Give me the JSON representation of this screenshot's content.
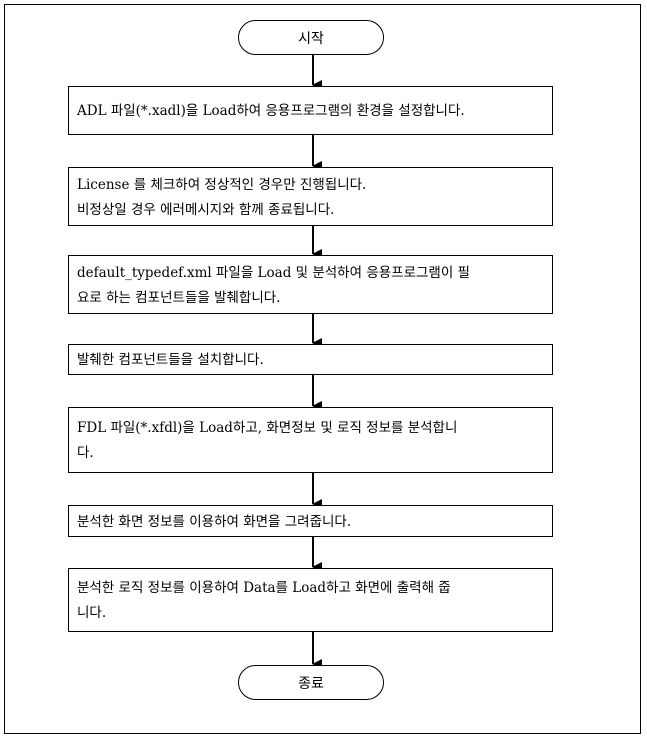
{
  "start": {
    "label": "시작"
  },
  "end": {
    "label": "종료"
  },
  "steps": [
    {
      "lines": [
        "ADL 파일(*.xadl)을 Load하여 응용프로그램의 환경을 설정합니다."
      ]
    },
    {
      "lines": [
        "License 를 체크하여 정상적인 경우만 진행됩니다.",
        "비정상일 경우 에러메시지와 함께 종료됩니다."
      ]
    },
    {
      "lines": [
        "default_typedef.xml 파일을 Load 및 분석하여 응용프로그램이 필",
        "요로 하는 컴포넌트들을 발췌합니다."
      ]
    },
    {
      "lines": [
        "발췌한 컴포넌트들을 설치합니다."
      ]
    },
    {
      "lines": [
        "FDL 파일(*.xfdl)을 Load하고, 화면정보 및 로직 정보를 분석합니",
        "다."
      ]
    },
    {
      "lines": [
        "분석한 화면 정보를 이용하여 화면을 그려줍니다."
      ]
    },
    {
      "lines": [
        "분석한 로직 정보를 이용하여 Data를 Load하고 화면에 출력해 줍",
        "니다."
      ]
    }
  ]
}
